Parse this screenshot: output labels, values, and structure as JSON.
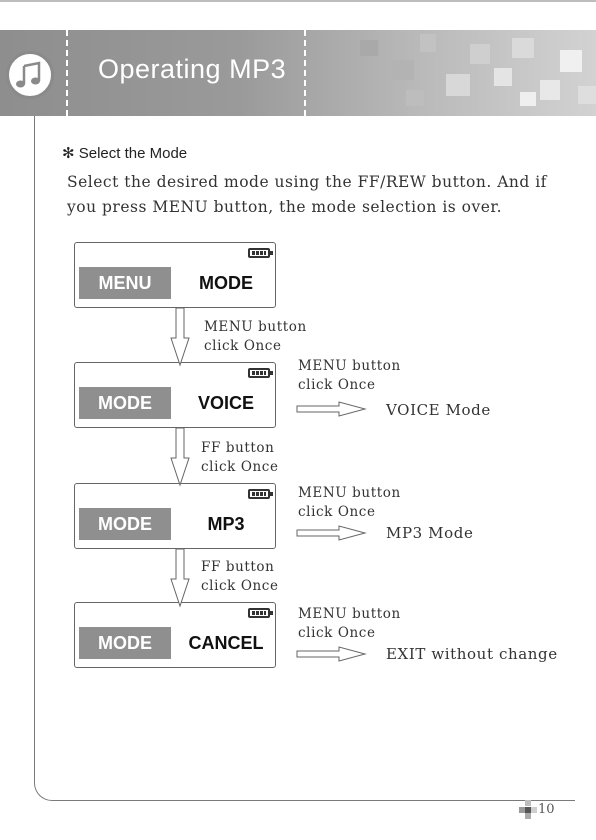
{
  "header": {
    "title": "Operating MP3",
    "icon": "music-note-icon"
  },
  "section": {
    "bullet": "✻",
    "heading": "Select the Mode"
  },
  "intro": "Select the desired mode using the FF/REW button. And if you press MENU button, the mode selection is over.",
  "screens": [
    {
      "left": "MENU",
      "right": "MODE"
    },
    {
      "left": "MODE",
      "right": "VOICE"
    },
    {
      "left": "MODE",
      "right": "MP3"
    },
    {
      "left": "MODE",
      "right": "CANCEL"
    }
  ],
  "steps": [
    {
      "line1": "MENU button",
      "line2": "click Once"
    },
    {
      "line1": "FF button",
      "line2": "click Once"
    },
    {
      "line1": "FF button",
      "line2": "click Once"
    }
  ],
  "results": [
    {
      "line1": "MENU button",
      "line2": "click Once",
      "outcome": "VOICE Mode"
    },
    {
      "line1": "MENU button",
      "line2": "click Once",
      "outcome": "MP3 Mode"
    },
    {
      "line1": "MENU button",
      "line2": "click Once",
      "outcome": "EXIT without change"
    }
  ],
  "page_number": "10"
}
